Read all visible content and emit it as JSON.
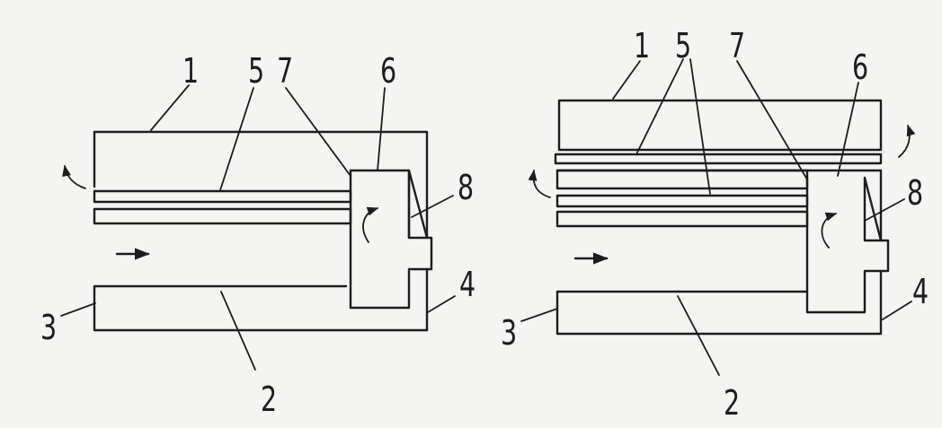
{
  "left_figure": {
    "labels": [
      "1",
      "5",
      "7",
      "6",
      "8",
      "4",
      "3",
      "2"
    ]
  },
  "right_figure": {
    "labels": [
      "1",
      "5",
      "7",
      "6",
      "8",
      "4",
      "3",
      "2"
    ]
  },
  "colors": {
    "ink": "#1d1d1d",
    "paper": "#f4f4f2"
  }
}
